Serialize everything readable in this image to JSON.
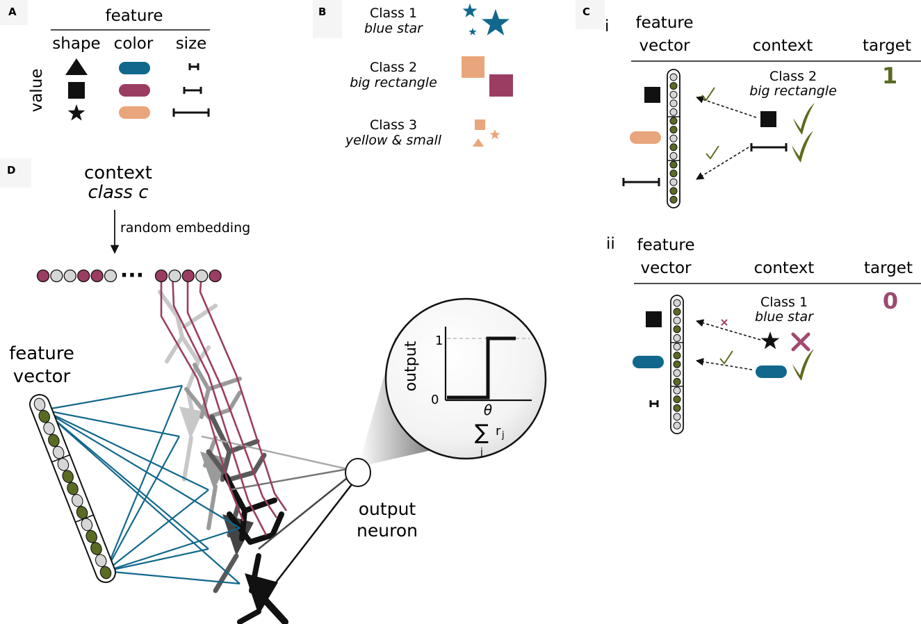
{
  "colors": {
    "teal": "#11688c",
    "magenta": "#9b3d63",
    "peach": "#e9a57b",
    "olive": "#5a6b24",
    "gray_bead": "#d6d6d6",
    "check": "#5e6b1f",
    "cross": "#a3486f",
    "target_one": "#5a6b24",
    "target_zero": "#9b4a6e"
  },
  "panel_a": {
    "letter": "A",
    "header": "feature",
    "columns": [
      "shape",
      "color",
      "size"
    ],
    "row_label": "value",
    "shapes": [
      "triangle-icon",
      "square-icon",
      "star-icon"
    ],
    "colors": [
      "teal",
      "magenta",
      "peach"
    ],
    "sizes": [
      "small",
      "medium",
      "large"
    ]
  },
  "panel_b": {
    "letter": "B",
    "classes": [
      {
        "name": "Class 1",
        "desc": "blue star"
      },
      {
        "name": "Class 2",
        "desc": "big rectangle"
      },
      {
        "name": "Class 3",
        "desc": "yellow & small"
      }
    ]
  },
  "panel_c": {
    "letter": "C",
    "i": {
      "roman": "i",
      "headers": [
        "feature",
        "vector",
        "context",
        "target"
      ],
      "class_name": "Class 2",
      "class_desc": "big rectangle",
      "target": "1"
    },
    "ii": {
      "roman": "ii",
      "headers": [
        "feature",
        "vector",
        "context",
        "target"
      ],
      "class_name": "Class 1",
      "class_desc": "blue star",
      "target": "0"
    }
  },
  "panel_d": {
    "letter": "D",
    "context_title": "context",
    "context_class": "class c",
    "embedding_label": "random embedding",
    "ellipsis": "···",
    "feature_label_1": "feature",
    "feature_label_2": "vector",
    "output_label_1": "output",
    "output_label_2": "neuron",
    "inset": {
      "ylabel": "output",
      "tick_one": "1",
      "tick_zero": "0",
      "threshold": "θ",
      "sum_symbol": "∑",
      "sum_index": "j",
      "sum_term": "r",
      "sum_term_index": "j"
    }
  }
}
